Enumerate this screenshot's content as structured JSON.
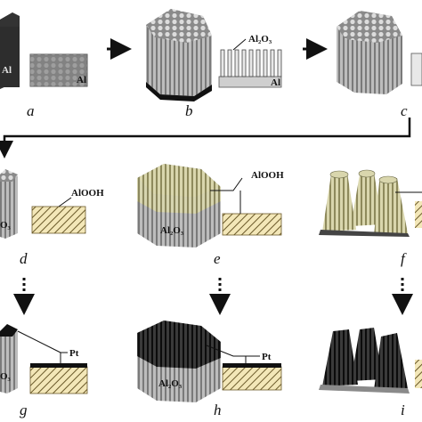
{
  "panels": {
    "a": {
      "label": "a",
      "substrate_text": "Al",
      "cylinder_text": "Al"
    },
    "b": {
      "label": "b",
      "layer_text": "Al₂O₃",
      "base_text": "Al"
    },
    "c": {
      "label": "c"
    },
    "d": {
      "label": "d",
      "layer_text": "AlOOH",
      "cylinder_text": "O₃"
    },
    "e": {
      "label": "e",
      "layer_text": "AlOOH",
      "cylinder_text": "Al₂O₃"
    },
    "f": {
      "label": "f"
    },
    "g": {
      "label": "g",
      "layer_text": "Pt",
      "cylinder_text": "O₃"
    },
    "h": {
      "label": "h",
      "layer_text": "Pt",
      "cylinder_text": "Al₂O₃"
    },
    "i": {
      "label": "i"
    }
  },
  "colors": {
    "dark": "#2a2a2a",
    "grey": "#9a9a9a",
    "light_grey": "#c8c8c8",
    "olive": "#b9b58a",
    "black": "#111111"
  }
}
